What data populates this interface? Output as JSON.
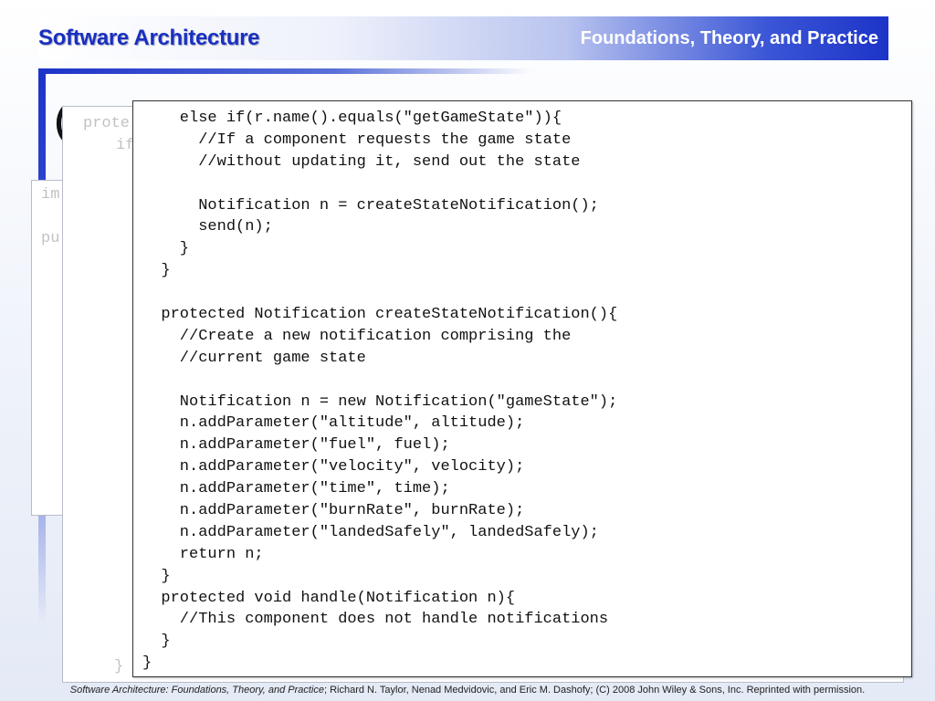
{
  "header": {
    "left_title": "Software Architecture",
    "right_title": "Foundations, Theory, and Practice"
  },
  "slide": {
    "title_fragment": "("
  },
  "back_panel": {
    "lines": [
      "im",
      "pu"
    ]
  },
  "mid_panel": {
    "line1": "prote",
    "line2": "if",
    "brace": "}"
  },
  "code_lines": [
    "    else if(r.name().equals(\"getGameState\")){",
    "      //If a component requests the game state",
    "      //without updating it, send out the state",
    "",
    "      Notification n = createStateNotification();",
    "      send(n);",
    "    }",
    "  }",
    "",
    "  protected Notification createStateNotification(){",
    "    //Create a new notification comprising the",
    "    //current game state",
    "",
    "    Notification n = new Notification(\"gameState\");",
    "    n.addParameter(\"altitude\", altitude);",
    "    n.addParameter(\"fuel\", fuel);",
    "    n.addParameter(\"velocity\", velocity);",
    "    n.addParameter(\"time\", time);",
    "    n.addParameter(\"burnRate\", burnRate);",
    "    n.addParameter(\"landedSafely\", landedSafely);",
    "    return n;",
    "  }",
    "  protected void handle(Notification n){",
    "    //This component does not handle notifications",
    "  }",
    "}"
  ],
  "footer": {
    "italic": "Software Architecture: Foundations, Theory, and Practice",
    "rest": "; Richard N. Taylor, Nenad Medvidovic, and Eric M. Dashofy; (C) 2008 John Wiley & Sons, Inc. Reprinted with permission."
  },
  "colors": {
    "brand_blue": "#1d33c8",
    "header_text_white": "#ffffff"
  }
}
